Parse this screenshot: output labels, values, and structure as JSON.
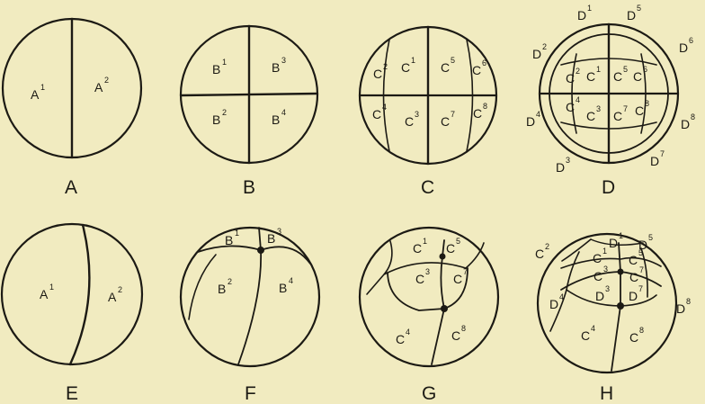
{
  "panels": [
    {
      "caption": "A",
      "cells": [
        {
          "l": "A",
          "s": "1"
        },
        {
          "l": "A",
          "s": "2"
        }
      ]
    },
    {
      "caption": "B",
      "cells": [
        {
          "l": "B",
          "s": "1"
        },
        {
          "l": "B",
          "s": "3"
        },
        {
          "l": "B",
          "s": "2"
        },
        {
          "l": "B",
          "s": "4"
        }
      ]
    },
    {
      "caption": "C",
      "cells": [
        {
          "l": "C",
          "s": "2"
        },
        {
          "l": "C",
          "s": "1"
        },
        {
          "l": "C",
          "s": "5"
        },
        {
          "l": "C",
          "s": "6"
        },
        {
          "l": "C",
          "s": "4"
        },
        {
          "l": "C",
          "s": "3"
        },
        {
          "l": "C",
          "s": "7"
        },
        {
          "l": "C",
          "s": "8"
        }
      ]
    },
    {
      "caption": "D",
      "cells": [
        {
          "l": "D",
          "s": "1"
        },
        {
          "l": "D",
          "s": "5"
        },
        {
          "l": "D",
          "s": "2"
        },
        {
          "l": "D",
          "s": "6"
        },
        {
          "l": "C",
          "s": "2"
        },
        {
          "l": "C",
          "s": "1"
        },
        {
          "l": "C",
          "s": "5"
        },
        {
          "l": "C",
          "s": "6"
        },
        {
          "l": "C",
          "s": "4"
        },
        {
          "l": "C",
          "s": "3"
        },
        {
          "l": "C",
          "s": "7"
        },
        {
          "l": "C",
          "s": "8"
        },
        {
          "l": "D",
          "s": "4"
        },
        {
          "l": "D",
          "s": "8"
        },
        {
          "l": "D",
          "s": "3"
        },
        {
          "l": "D",
          "s": "7"
        }
      ]
    },
    {
      "caption": "E",
      "cells": [
        {
          "l": "A",
          "s": "1"
        },
        {
          "l": "A",
          "s": "2"
        }
      ]
    },
    {
      "caption": "F",
      "cells": [
        {
          "l": "B",
          "s": "1"
        },
        {
          "l": "B",
          "s": "3"
        },
        {
          "l": "B",
          "s": "2"
        },
        {
          "l": "B",
          "s": "4"
        }
      ]
    },
    {
      "caption": "G",
      "cells": [
        {
          "l": "C",
          "s": "1"
        },
        {
          "l": "C",
          "s": "5"
        },
        {
          "l": "C",
          "s": "3"
        },
        {
          "l": "C",
          "s": "7"
        },
        {
          "l": "C",
          "s": "4"
        },
        {
          "l": "C",
          "s": "8"
        }
      ]
    },
    {
      "caption": "H",
      "cells": [
        {
          "l": "D",
          "s": "1"
        },
        {
          "l": "D",
          "s": "5"
        },
        {
          "l": "C",
          "s": "2"
        },
        {
          "l": "C",
          "s": "1"
        },
        {
          "l": "C",
          "s": "5"
        },
        {
          "l": "C",
          "s": "3"
        },
        {
          "l": "C",
          "s": "7"
        },
        {
          "l": "D",
          "s": "3"
        },
        {
          "l": "D",
          "s": "7"
        },
        {
          "l": "D",
          "s": "4"
        },
        {
          "l": "C",
          "s": "4"
        },
        {
          "l": "C",
          "s": "8"
        },
        {
          "l": "D",
          "s": "8"
        }
      ]
    }
  ]
}
